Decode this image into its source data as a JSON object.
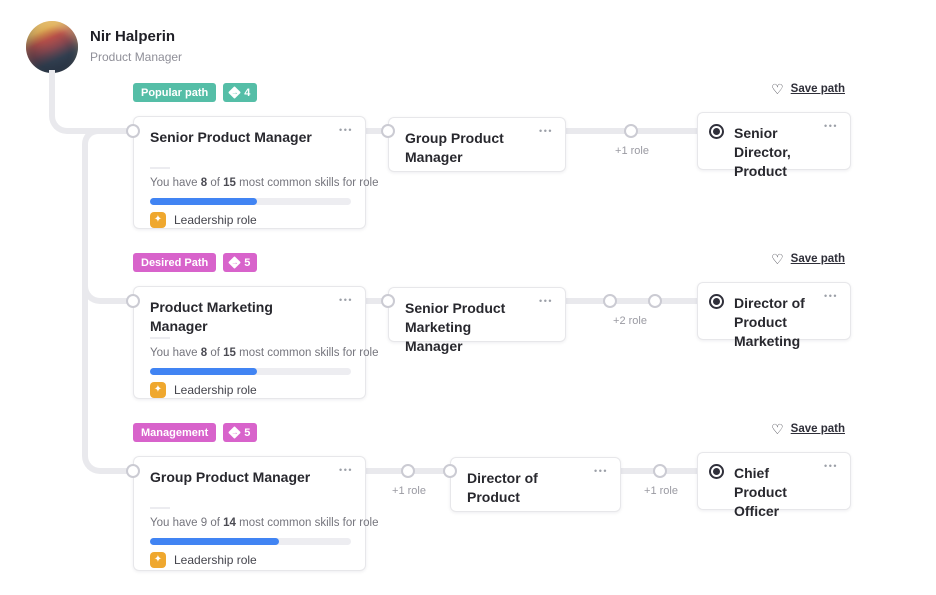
{
  "profile": {
    "name": "Nir Halperin",
    "title": "Product Manager"
  },
  "icons": {
    "menu": "•••",
    "heart": "♡",
    "star": "✦",
    "diamond_arrow": "→"
  },
  "save_path_label": "Save path",
  "colors": {
    "teal": "#55bea7",
    "pink": "#d863cb",
    "progress_blue": "#4184f3",
    "leadership_orange": "#efa82f",
    "connector_gray": "#e9e9ed"
  },
  "paths": [
    {
      "badge": {
        "label": "Popular path",
        "count": "4",
        "color": "#55bea7"
      },
      "nodes": [
        {
          "type": "role-card",
          "title": "Senior Product Manager",
          "skills": {
            "text_before": "You have",
            "have": 8,
            "text_mid": "of",
            "total": 15,
            "text_after": "most common skills for role",
            "have_bold": true
          },
          "tag": "Leadership role"
        },
        {
          "type": "role-card",
          "title": "Group Product Manager"
        },
        {
          "type": "skip",
          "label": "+1 role"
        },
        {
          "type": "role-card",
          "title": "Senior Director, Product",
          "selected": true
        }
      ]
    },
    {
      "badge": {
        "label": "Desired Path",
        "count": "5",
        "color": "#d863cb"
      },
      "nodes": [
        {
          "type": "role-card",
          "title": "Product Marketing Manager",
          "skills": {
            "text_before": "You have",
            "have": 8,
            "text_mid": "of",
            "total": 15,
            "text_after": "most common skills for role",
            "have_bold": true
          },
          "tag": "Leadership role"
        },
        {
          "type": "role-card",
          "title": "Senior Product Marketing Manager"
        },
        {
          "type": "skip",
          "label": "+2 role",
          "dots": 2
        },
        {
          "type": "role-card",
          "title": "Director of Product Marketing",
          "selected": true
        }
      ]
    },
    {
      "badge": {
        "label": "Management",
        "count": "5",
        "color": "#d863cb"
      },
      "nodes": [
        {
          "type": "role-card",
          "title": "Group Product Manager",
          "skills": {
            "text_before": "You have",
            "have": 9,
            "text_mid": "of",
            "total": 14,
            "text_after": "most common skills for role",
            "have_bold": false
          },
          "tag": "Leadership role"
        },
        {
          "type": "skip",
          "label": "+1 role"
        },
        {
          "type": "role-card",
          "title": "Director of Product"
        },
        {
          "type": "skip",
          "label": "+1 role"
        },
        {
          "type": "role-card",
          "title": "Chief Product Officer",
          "selected": true
        }
      ]
    }
  ]
}
